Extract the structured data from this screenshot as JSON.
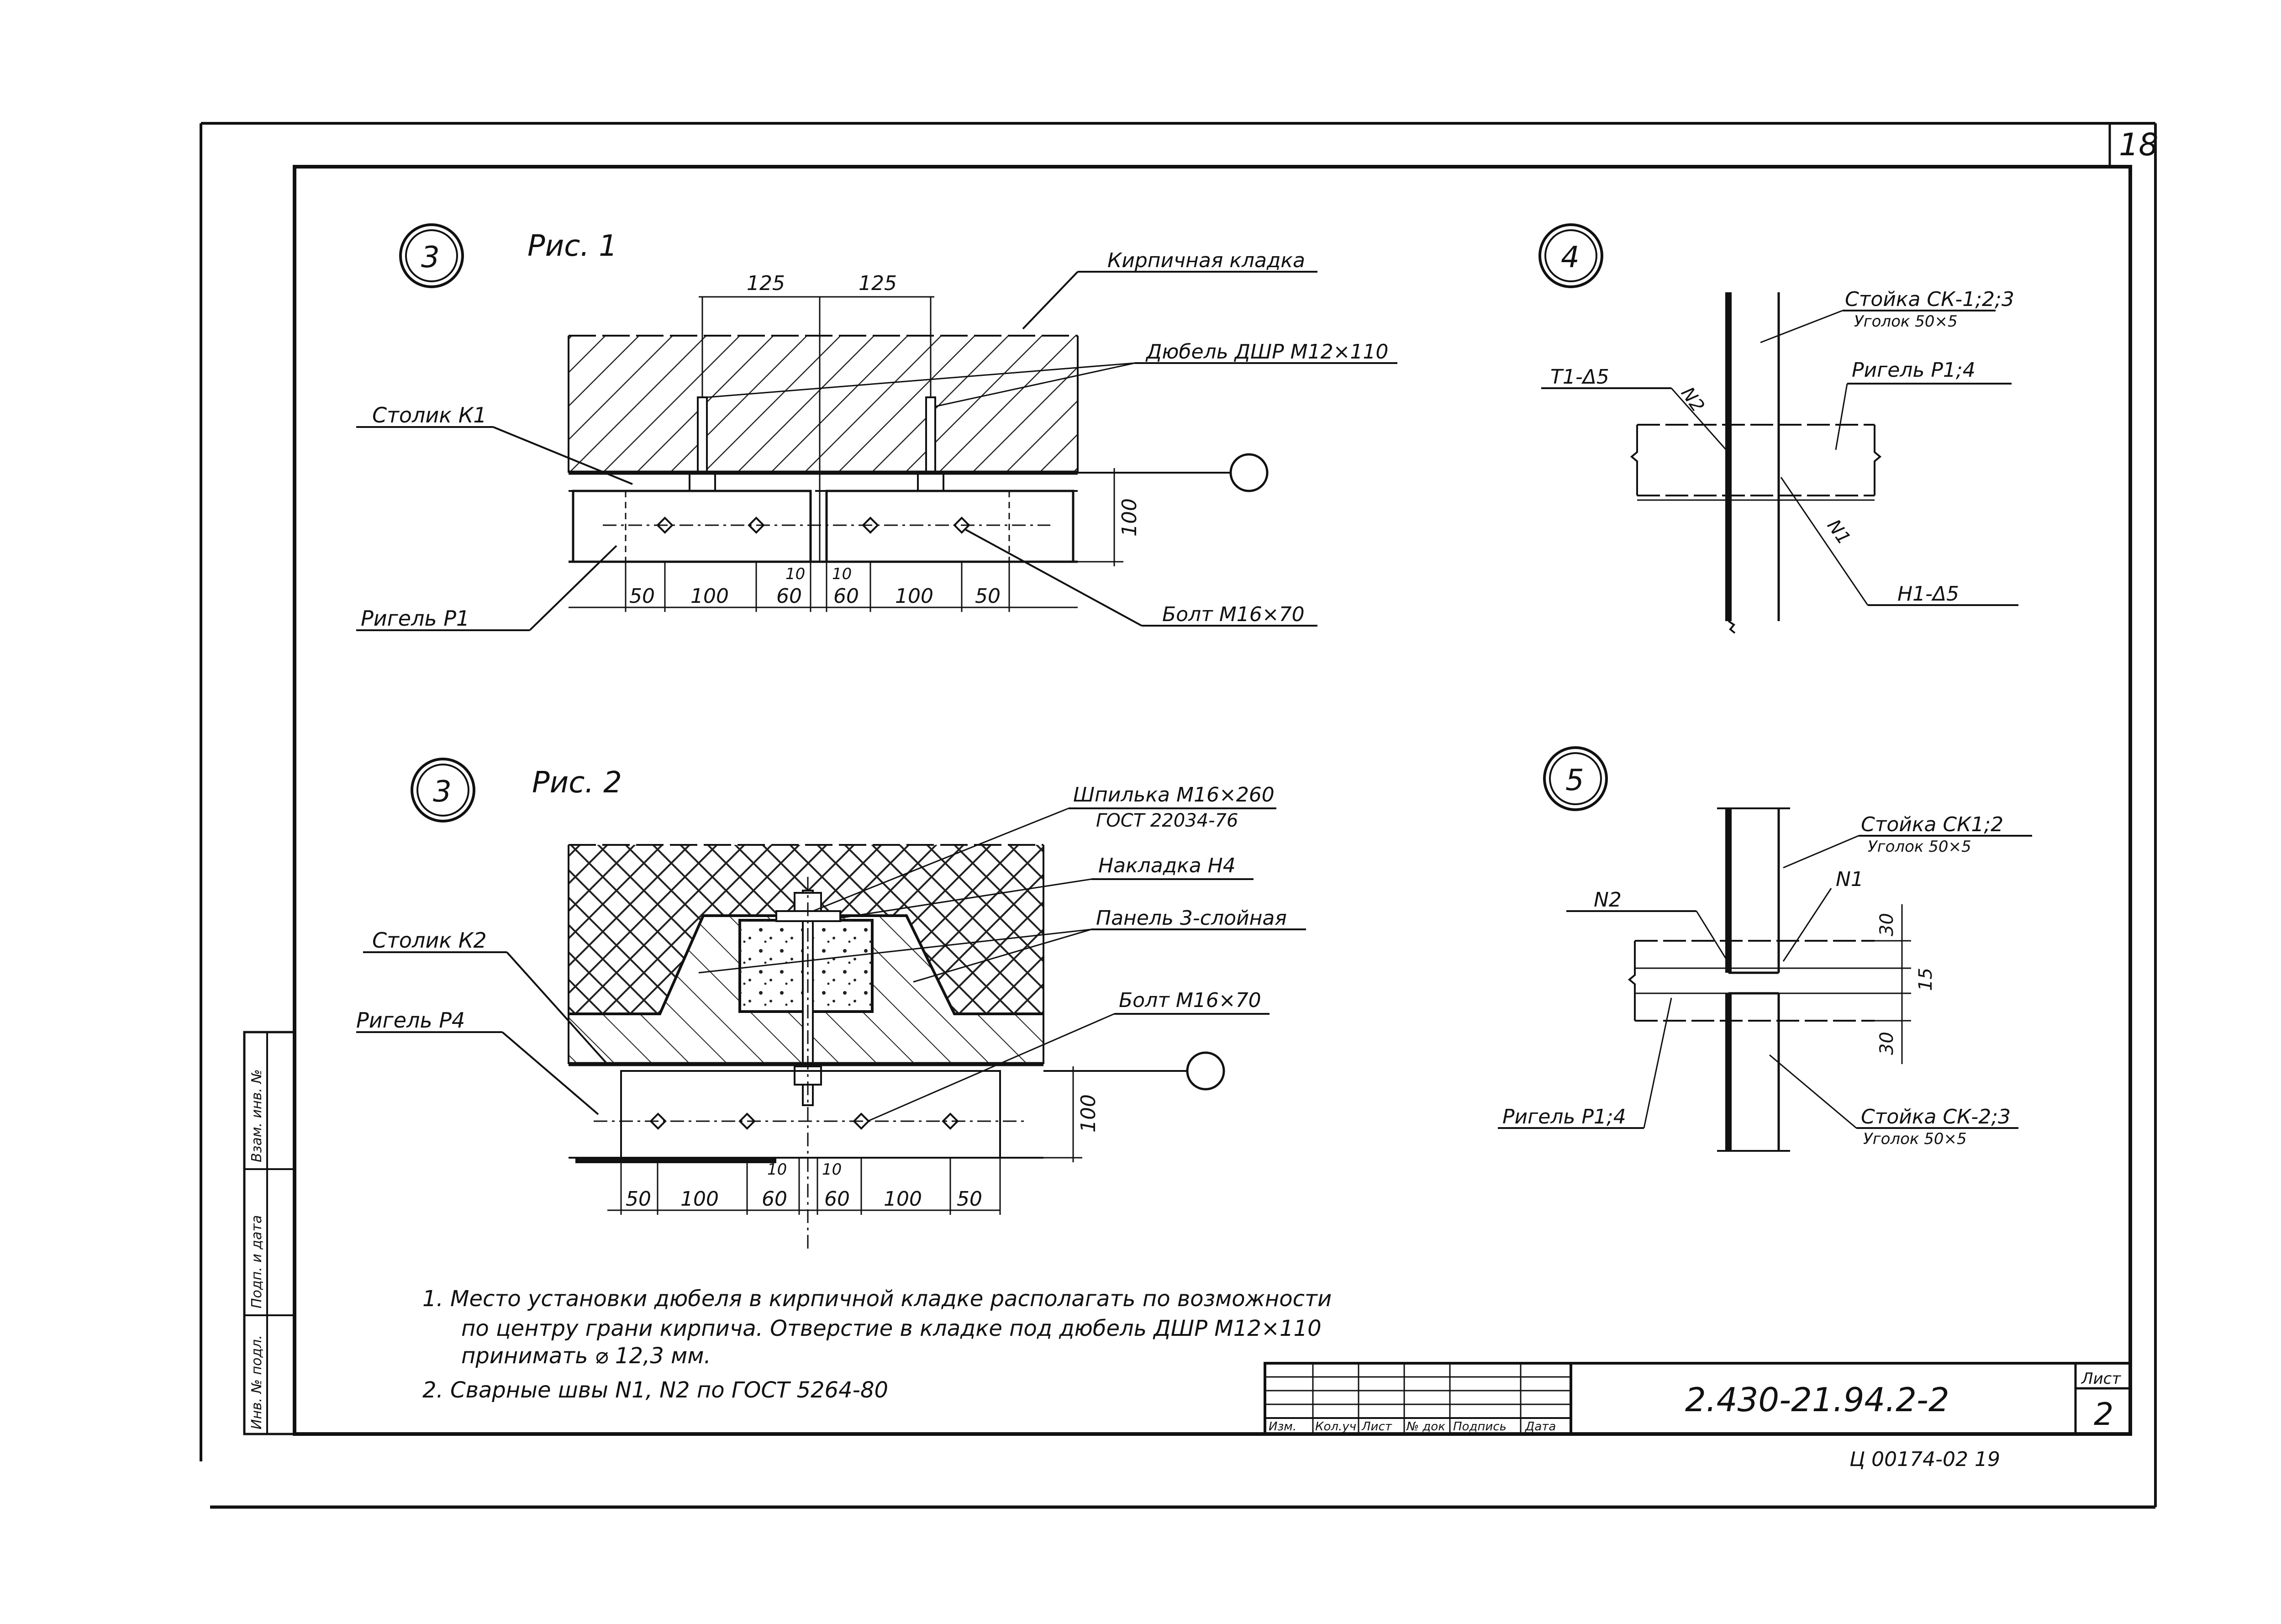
{
  "sheet": {
    "page_number": "18",
    "code": "2.430-21.94.2-2",
    "list_label": "Лист",
    "list_number": "2",
    "archive_number": "Ц 00174-02 19",
    "stamp_headers": [
      "Изм.",
      "Кол.уч",
      "Лист",
      "№ док",
      "Подпись",
      "Дата"
    ],
    "side_labels": [
      "Взам. инв. №",
      "Подп. и дата",
      "Инв. № подл."
    ]
  },
  "fig1": {
    "callout": "3",
    "title": "Рис. 1",
    "labels": {
      "brick": "Кирпичная кладка",
      "dowel": "Дюбель ДШР М12×110",
      "table": "Столик К1",
      "beam": "Ригель Р1",
      "bolt": "Болт М16×70"
    },
    "dims_top": [
      "125",
      "125"
    ],
    "dims_bottom": [
      "50",
      "100",
      "60",
      "60",
      "100",
      "50"
    ],
    "dims_gap": [
      "10",
      "10"
    ],
    "dim_height": "100"
  },
  "fig2": {
    "callout": "3",
    "title": "Рис. 2",
    "labels": {
      "stud": "Шпилька М16×260",
      "stud_gost": "ГОСТ 22034-76",
      "plate": "Накладка Н4",
      "panel": "Панель 3-слойная",
      "table": "Столик К2",
      "beam": "Ригель Р4",
      "bolt": "Болт М16×70"
    },
    "dims_bottom": [
      "50",
      "100",
      "60",
      "60",
      "100",
      "50"
    ],
    "dims_gap": [
      "10",
      "10"
    ],
    "dim_height": "100"
  },
  "fig4": {
    "callout": "4",
    "labels": {
      "post": "Стойка СК-1;2;3",
      "post_angle": "Уголок 50×5",
      "beam": "Ригель Р1;4",
      "weld_t1": "Т1-Δ5",
      "weld_n2": "N2",
      "weld_n1": "N1",
      "weld_h1": "Н1-Δ5"
    }
  },
  "fig5": {
    "callout": "5",
    "labels": {
      "post_top": "Стойка СК1;2",
      "post_top_angle": "Уголок 50×5",
      "n1": "N1",
      "n2": "N2",
      "beam": "Ригель Р1;4",
      "post_bottom": "Стойка СК-2;3",
      "post_bottom_angle": "Уголок 50×5"
    },
    "dims": [
      "30",
      "15",
      "30"
    ]
  },
  "notes": [
    "1.  Место установки дюбеля в кирпичной кладке располагать по возможности",
    "по центру грани кирпича. Отверстие в кладке под дюбель ДШР М12×110",
    "принимать ⌀ 12,3 мм.",
    "2.  Сварные швы N1, N2 по ГОСТ 5264-80"
  ]
}
